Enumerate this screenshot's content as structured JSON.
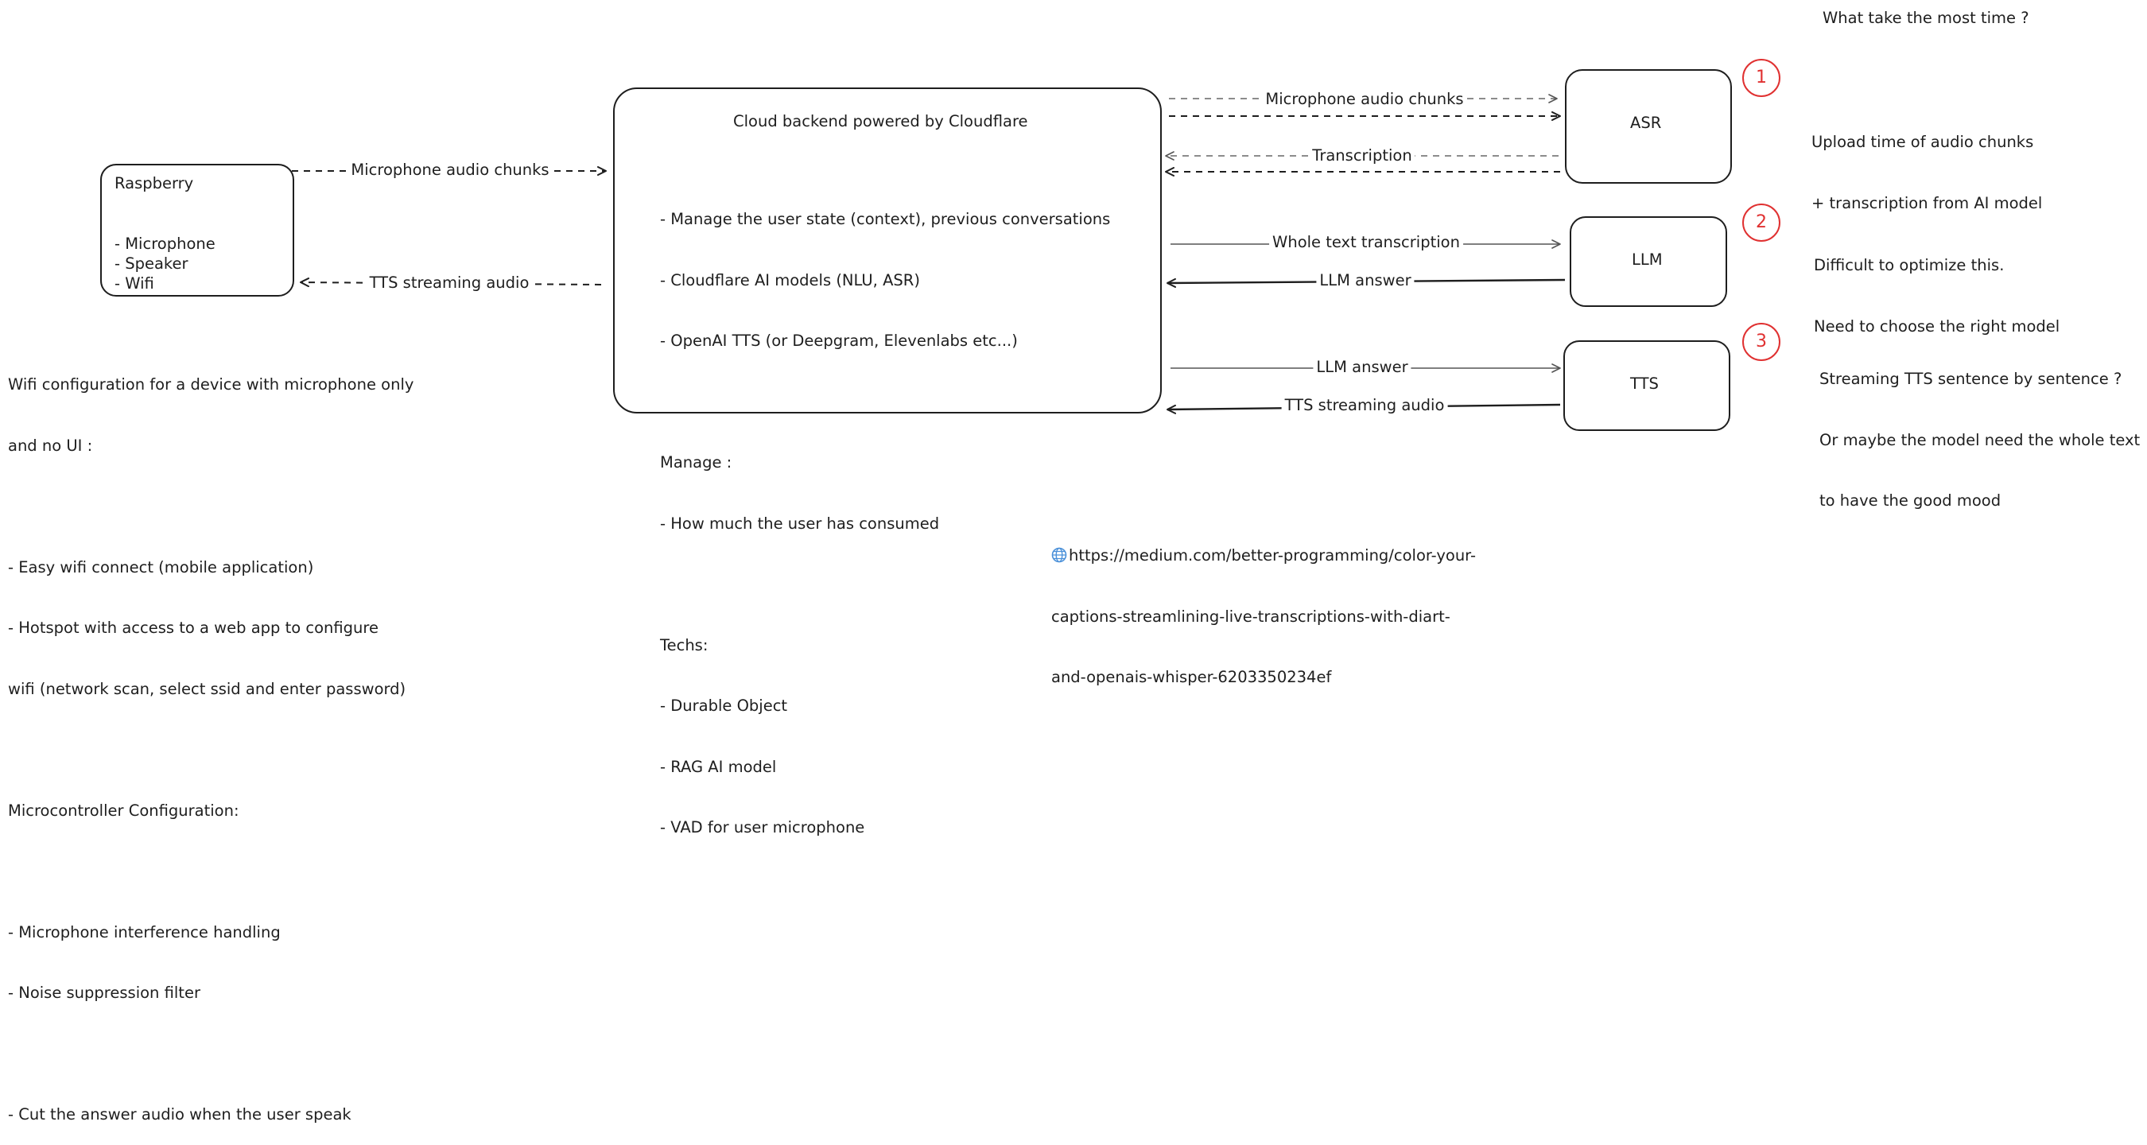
{
  "question": "What take the most time ?",
  "raspberry": {
    "title": "Raspberry",
    "items": [
      "- Microphone",
      "- Speaker",
      "- Wifi"
    ]
  },
  "cloud": {
    "title": "Cloud backend powered by Cloudflare",
    "lines": [
      "- Manage the user state (context), previous conversations",
      "- Cloudflare AI models (NLU, ASR)",
      "- OpenAI TTS (or Deepgram, Elevenlabs etc...)",
      "",
      "Manage :",
      "- How much the user has consumed",
      "",
      "Techs:",
      "- Durable Object",
      "- RAG AI model",
      "- VAD for user microphone"
    ]
  },
  "services": {
    "asr": "ASR",
    "llm": "LLM",
    "tts": "TTS"
  },
  "arrow_labels": {
    "rasp_to_cloud": "Microphone audio chunks",
    "cloud_to_rasp": "TTS streaming audio",
    "cloud_to_asr": "Microphone audio chunks",
    "asr_to_cloud": "Transcription",
    "cloud_to_llm": "Whole text transcription",
    "llm_to_cloud": "LLM answer",
    "cloud_to_tts": "LLM answer",
    "tts_to_cloud": "TTS streaming audio"
  },
  "steps": [
    {
      "number": "1",
      "note_lines": [
        "Upload time of audio chunks",
        "+ transcription from AI model"
      ]
    },
    {
      "number": "2",
      "note_lines": [
        "Difficult to optimize this.",
        "Need to choose the right model"
      ]
    },
    {
      "number": "3",
      "note_lines": [
        "Streaming TTS sentence by sentence ?",
        "Or maybe the model need the whole text",
        "to have the good mood"
      ]
    }
  ],
  "wifi_notes": [
    "Wifi configuration for a device with microphone only",
    "and no UI :",
    "",
    "- Easy wifi connect (mobile application)",
    "- Hotspot with access to a web app to configure",
    "wifi (network scan, select ssid and enter password)",
    "",
    "Microcontroller Configuration:",
    "",
    "- Microphone interference handling",
    "- Noise suppression filter",
    "",
    "- Cut the answer audio when the user speak"
  ],
  "link_lines": [
    "https://medium.com/better-programming/color-your-",
    "captions-streamlining-live-transcriptions-with-diart-",
    "and-openais-whisper-6203350234ef"
  ],
  "colors": {
    "stroke": "#1e1e1e",
    "step_red": "#e03131",
    "link_icon": "#4a90d9"
  }
}
